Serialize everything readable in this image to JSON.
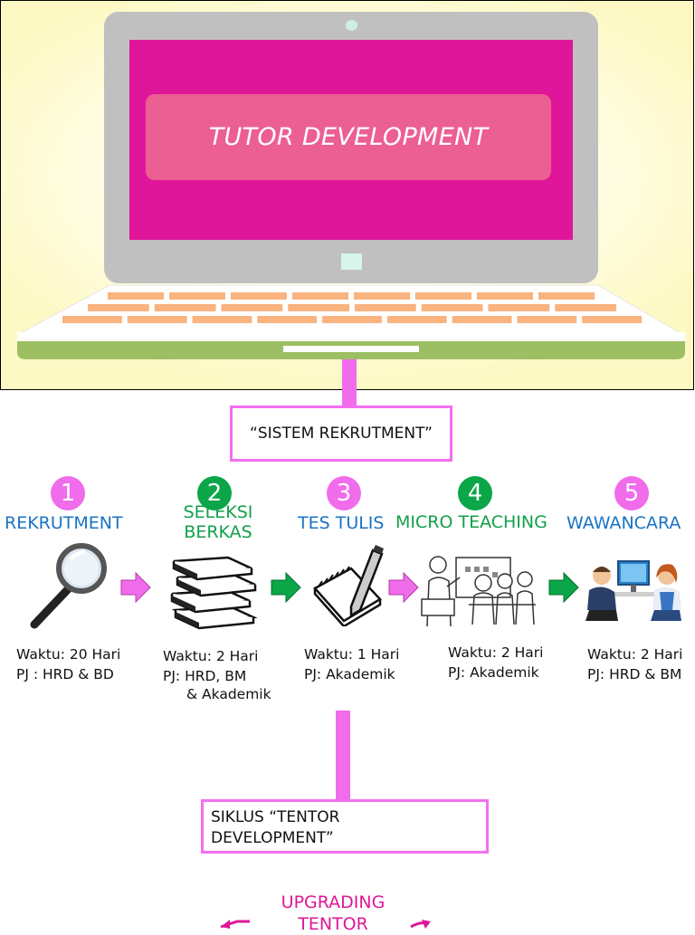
{
  "banner": {
    "title": "TUTOR DEVELOPMENT"
  },
  "system_box": {
    "label": "“SISTEM REKRUTMENT”"
  },
  "steps": [
    {
      "number": "1",
      "title": "REKRUTMENT",
      "waktu": "Waktu: 20 Hari",
      "pj": "PJ : HRD & BD",
      "icon": "magnifier-icon",
      "color": "#f06ceb"
    },
    {
      "number": "2",
      "title_line1": "SELEKSI",
      "title_line2": "BERKAS",
      "waktu": "Waktu: 2 Hari",
      "pj": "PJ: HRD, BM",
      "pj_extra": "& Akademik",
      "icon": "books-icon",
      "color": "#0aa648"
    },
    {
      "number": "3",
      "title": "TES TULIS",
      "waktu": "Waktu: 1 Hari",
      "pj": "PJ: Akademik",
      "icon": "notepad-pencil-icon",
      "color": "#f06ceb"
    },
    {
      "number": "4",
      "title": "MICRO TEACHING",
      "waktu": "Waktu: 2 Hari",
      "pj": "PJ: Akademik",
      "icon": "classroom-icon",
      "color": "#0aa648"
    },
    {
      "number": "5",
      "title": "WAWANCARA",
      "waktu": "Waktu: 2 Hari",
      "pj": "PJ: HRD & BM",
      "icon": "interview-icon",
      "color": "#f06ceb"
    }
  ],
  "cycle_box": {
    "line1": "SIKLUS “TENTOR",
    "line2": "DEVELOPMENT”"
  },
  "upgrading": {
    "line1": "UPGRADING",
    "line2": "TENTOR"
  },
  "colors": {
    "magenta": "#f06ceb",
    "green": "#0aa648",
    "screen": "#e0169a",
    "blue_text": "#1a73c4",
    "green_text": "#12a04a"
  }
}
